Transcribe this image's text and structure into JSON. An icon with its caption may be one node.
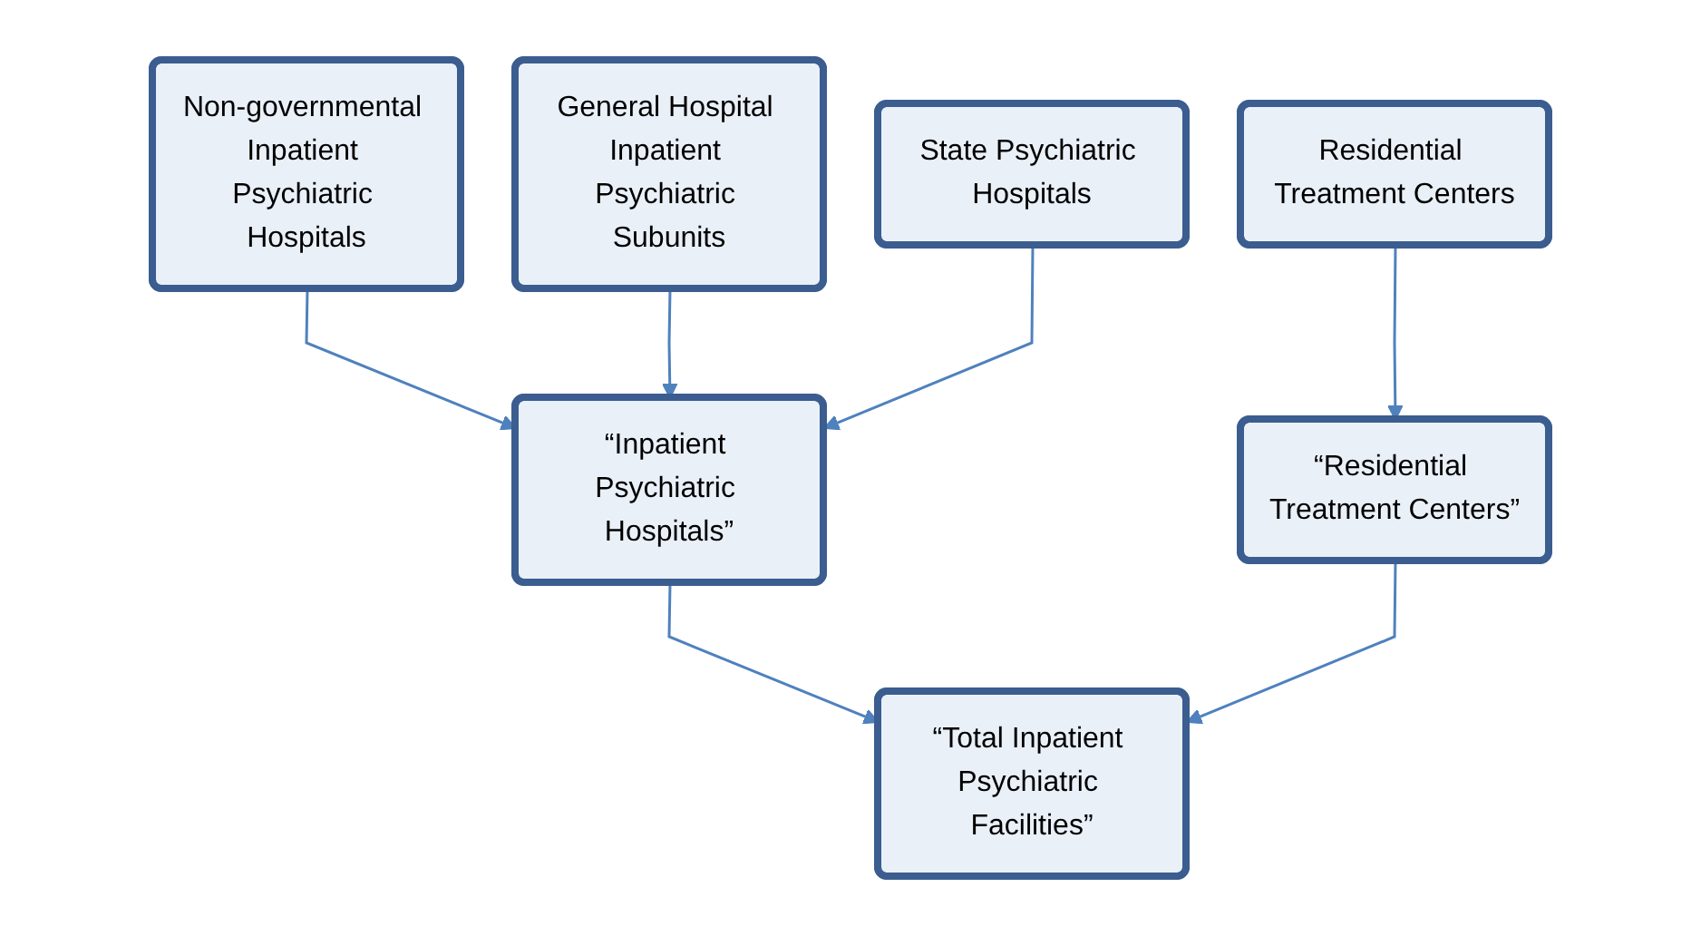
{
  "diagram": {
    "nodes": [
      {
        "text": [
          "Non-governmental Inpatient Psychiatric Hospitals"
        ]
      },
      {
        "text": [
          "General Hospital Inpatient Psychiatric Subunits"
        ]
      },
      {
        "text": [
          "State Psychiatric Hospitals"
        ]
      },
      {
        "text": [
          "Residential Treatment Centers"
        ]
      },
      {
        "text": [
          "“Inpatient Psychiatric Hospitals”"
        ]
      },
      {
        "text": [
          "“Residential Treatment Centers”"
        ]
      },
      {
        "text": [
          "“Total Inpatient Psychiatric Facilities”"
        ]
      }
    ],
    "edges": [
      {
        "from": 0,
        "to": 4,
        "arrow": "to"
      },
      {
        "from": 1,
        "to": 4,
        "arrow": "to"
      },
      {
        "from": 2,
        "to": 4,
        "arrow": "to"
      },
      {
        "from": 3,
        "to": 5,
        "arrow": "to"
      },
      {
        "from": 4,
        "to": 6,
        "arrow": "to"
      },
      {
        "from": 5,
        "to": 6,
        "arrow": "to"
      }
    ]
  }
}
